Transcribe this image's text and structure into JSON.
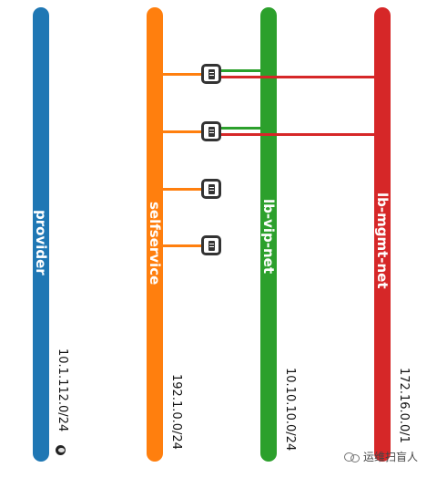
{
  "networks": [
    {
      "name": "provider",
      "cidr": "10.1.112.0/24",
      "color": "#1f77b4"
    },
    {
      "name": "selfservice",
      "cidr": "192.1.0.0/24",
      "color": "#ff7f0e"
    },
    {
      "name": "lb-vip-net",
      "cidr": "10.10.10.0/24",
      "color": "#2ca02c"
    },
    {
      "name": "lb-mgmt-net",
      "cidr": "172.16.0.0/1",
      "color": "#d62728"
    }
  ],
  "instances": [
    {
      "icon": "server-icon",
      "attached": [
        "selfservice",
        "lb-vip-net",
        "lb-mgmt-net"
      ]
    },
    {
      "icon": "server-icon",
      "attached": [
        "selfservice",
        "lb-vip-net",
        "lb-mgmt-net"
      ]
    },
    {
      "icon": "server-icon",
      "attached": [
        "selfservice"
      ]
    },
    {
      "icon": "server-icon",
      "attached": [
        "selfservice"
      ]
    }
  ],
  "external_icon": "globe-icon",
  "watermark": {
    "text": "运维扫盲人"
  }
}
